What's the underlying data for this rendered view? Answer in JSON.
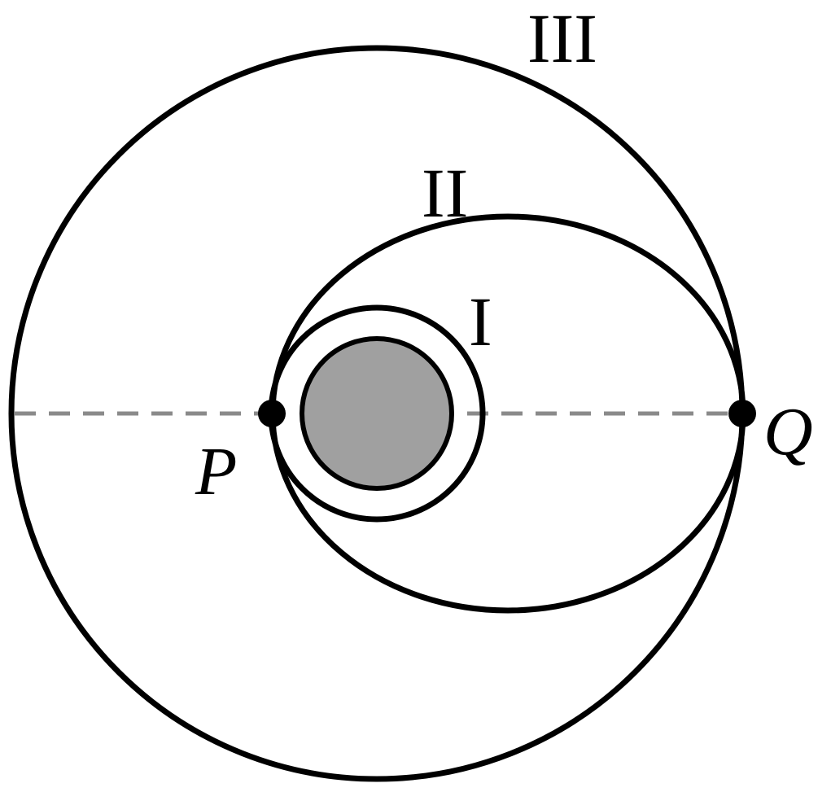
{
  "orbits": {
    "inner": {
      "label": "I"
    },
    "transfer": {
      "label": "II"
    },
    "outer": {
      "label": "III"
    }
  },
  "points": {
    "perigee": {
      "label": "P"
    },
    "apogee": {
      "label": "Q"
    }
  },
  "colors": {
    "stroke": "#000000",
    "planet_fill": "#a0a0a0",
    "axis": "#8a8a8a",
    "background": "#ffffff"
  }
}
